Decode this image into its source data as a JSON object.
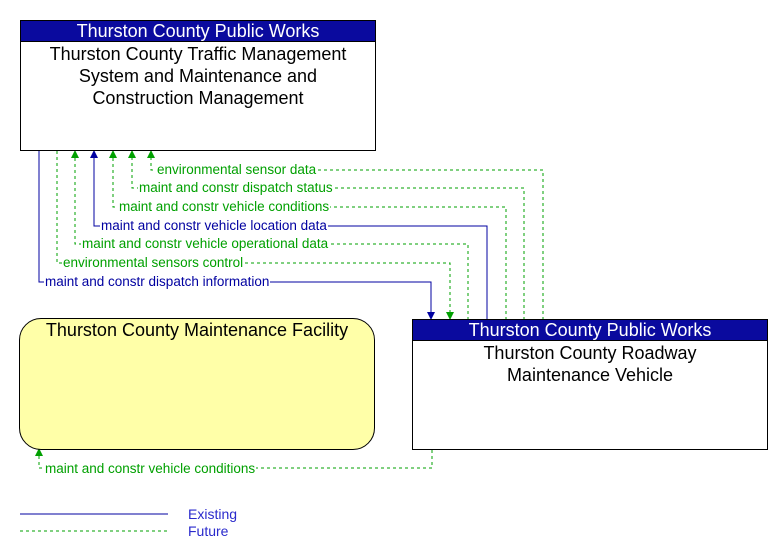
{
  "boxes": {
    "tms": {
      "header": "Thurston County Public Works",
      "lines": [
        "Thurston County Traffic Management",
        "System and Maintenance and",
        "Construction Management"
      ]
    },
    "facility": {
      "label": "Thurston County Maintenance Facility"
    },
    "vehicle": {
      "header": "Thurston County Public Works",
      "lines": [
        "Thurston County Roadway",
        "Maintenance Vehicle"
      ]
    }
  },
  "flows": [
    {
      "label": "environmental sensor data",
      "status": "Future"
    },
    {
      "label": "maint and constr dispatch status",
      "status": "Future"
    },
    {
      "label": "maint and constr vehicle conditions",
      "status": "Future"
    },
    {
      "label": "maint and constr vehicle location data",
      "status": "Existing"
    },
    {
      "label": "maint and constr vehicle operational data",
      "status": "Future"
    },
    {
      "label": "environmental sensors control",
      "status": "Future"
    },
    {
      "label": "maint and constr dispatch information",
      "status": "Existing"
    },
    {
      "label": "maint and constr vehicle conditions",
      "status": "Future"
    }
  ],
  "legend": {
    "existing": "Existing",
    "future": "Future"
  },
  "colors": {
    "existing": "#0000a0",
    "future": "#00a000",
    "header_bg": "#0a0a9e",
    "facility_bg": "#ffffa8"
  }
}
